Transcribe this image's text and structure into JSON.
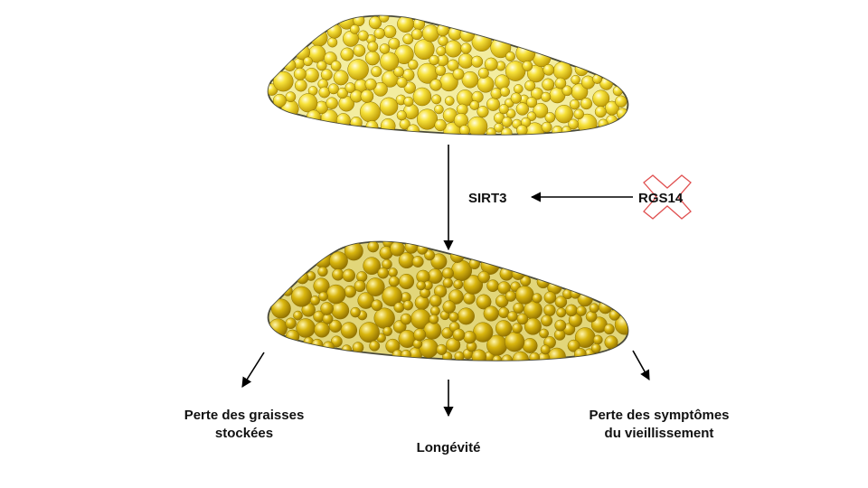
{
  "labels": {
    "sirt3": "SIRT3",
    "rgs14": "RGS14",
    "fat_loss_line1": "Perte des graisses",
    "fat_loss_line2": "stockées",
    "longevity": "Longévité",
    "aging_line1": "Perte des symptômes",
    "aging_line2": "du vieillissement"
  },
  "colors": {
    "tissue_fill_top": "#f3eda0",
    "tissue_fill_bottom": "#e2d67a",
    "tissue_outline": "#4a4a3a",
    "droplet_top": "#f2d21a",
    "droplet_bottom": "#d4b000",
    "knockout_cross": "#e05050",
    "arrow": "#000000"
  },
  "icons": {
    "knockout": "red-x-cross-icon"
  }
}
